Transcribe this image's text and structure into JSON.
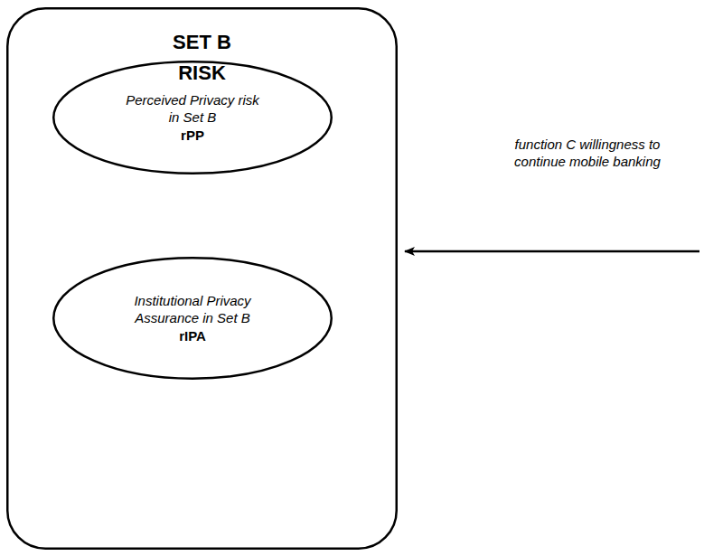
{
  "diagram": {
    "nodes": [
      {
        "text": [
          "SET B RISK"
        ]
      },
      {
        "text": [
          "Perceived Privacy risk in Set B",
          "rPP"
        ],
        "in": 0
      },
      {
        "text": [
          "Institutional Privacy Assurance in Set B",
          "rIPA"
        ],
        "in": 0
      }
    ],
    "labels": [
      "function C willingness to continue mobile banking"
    ]
  }
}
